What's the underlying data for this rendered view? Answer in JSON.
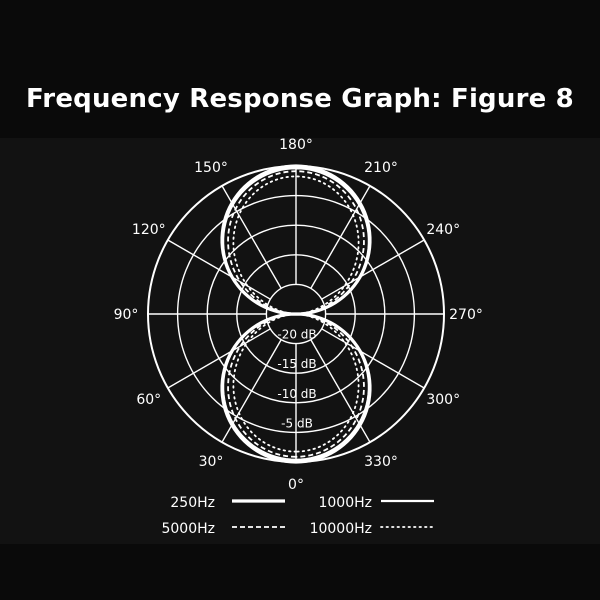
{
  "title": "Frequency Response Graph: Figure 8",
  "chart_data": {
    "type": "polar",
    "title": "Frequency Response Graph: Figure 8",
    "angle_labels": [
      "0°",
      "30°",
      "60°",
      "90°",
      "120°",
      "150°",
      "180°",
      "210°",
      "240°",
      "270°",
      "300°",
      "330°"
    ],
    "angles_deg": [
      0,
      30,
      60,
      90,
      120,
      150,
      180,
      210,
      240,
      270,
      300,
      330
    ],
    "radial_labels": [
      "-5 dB",
      "-10 dB",
      "-15 dB",
      "-20 dB"
    ],
    "radial_values_db": [
      -5,
      -10,
      -15,
      -20
    ],
    "rlim_db": [
      -25,
      0
    ],
    "pattern": "figure-8",
    "series": [
      {
        "name": "250Hz",
        "style": "solid-thick",
        "shape_exponent": 1.0,
        "scale": 1.0
      },
      {
        "name": "1000Hz",
        "style": "solid",
        "shape_exponent": 1.0,
        "scale": 0.985
      },
      {
        "name": "5000Hz",
        "style": "dashed",
        "shape_exponent": 1.15,
        "scale": 0.965
      },
      {
        "name": "10000Hz",
        "style": "dotted",
        "shape_exponent": 1.3,
        "scale": 0.93
      }
    ],
    "legend_position": "bottom",
    "grid": true
  },
  "colors": {
    "background": "#0a0a0a",
    "panel": "#121212",
    "line": "#ffffff"
  }
}
